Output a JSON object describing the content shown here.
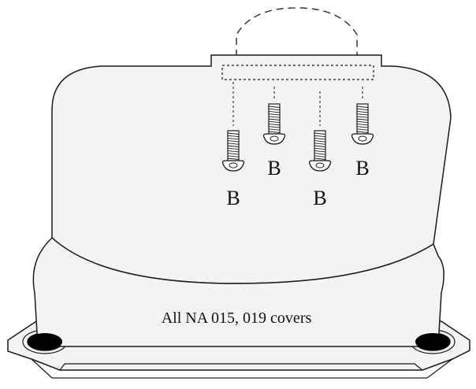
{
  "diagram": {
    "caption": "All NA 015, 019 covers",
    "screw_label": "B",
    "screws": [
      {
        "label": "B"
      },
      {
        "label": "B"
      },
      {
        "label": "B"
      },
      {
        "label": "B"
      }
    ]
  },
  "colors": {
    "body_fill": "#f3f3f3",
    "outline": "#1a1a1a",
    "screw_fill": "#ffffff",
    "hole_fill": "#000000"
  }
}
